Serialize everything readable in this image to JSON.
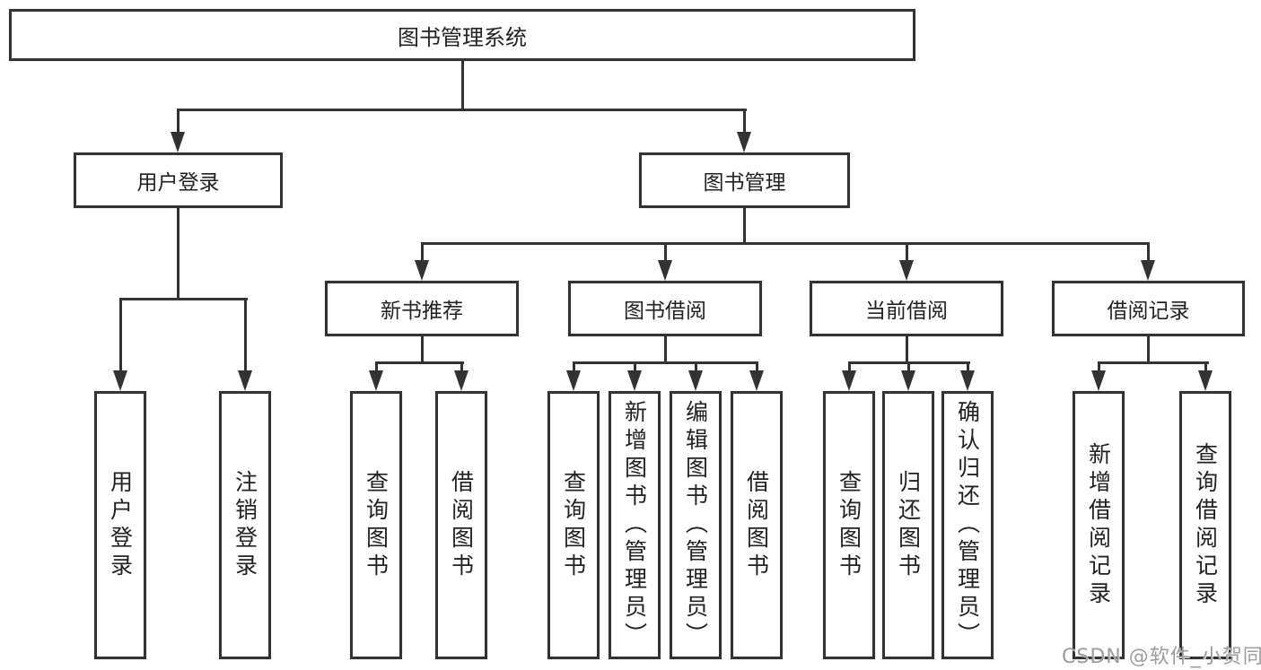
{
  "title": {
    "label": "图书管理系统"
  },
  "branches": {
    "user_login": {
      "label": "用户登录",
      "children": [
        {
          "label": "用户登录"
        },
        {
          "label": "注销登录"
        }
      ]
    },
    "book_mgmt": {
      "label": "图书管理",
      "children": [
        {
          "label": "新书推荐",
          "children": [
            {
              "label": "查询图书"
            },
            {
              "label": "借阅图书"
            }
          ]
        },
        {
          "label": "图书借阅",
          "children": [
            {
              "label": "查询图书"
            },
            {
              "label": "新增图书（管理员）"
            },
            {
              "label": "编辑图书（管理员）"
            },
            {
              "label": "借阅图书"
            }
          ]
        },
        {
          "label": "当前借阅",
          "children": [
            {
              "label": "查询图书"
            },
            {
              "label": "归还图书"
            },
            {
              "label": "确认归还（管理员）"
            }
          ]
        },
        {
          "label": "借阅记录",
          "children": [
            {
              "label": "新增借阅记录"
            },
            {
              "label": "查询借阅记录"
            }
          ]
        }
      ]
    }
  },
  "watermark": "CSDN @软件_小贺同学",
  "colors": {
    "line": "#333333",
    "text": "#222222",
    "watermark": "#9c9c9c"
  }
}
